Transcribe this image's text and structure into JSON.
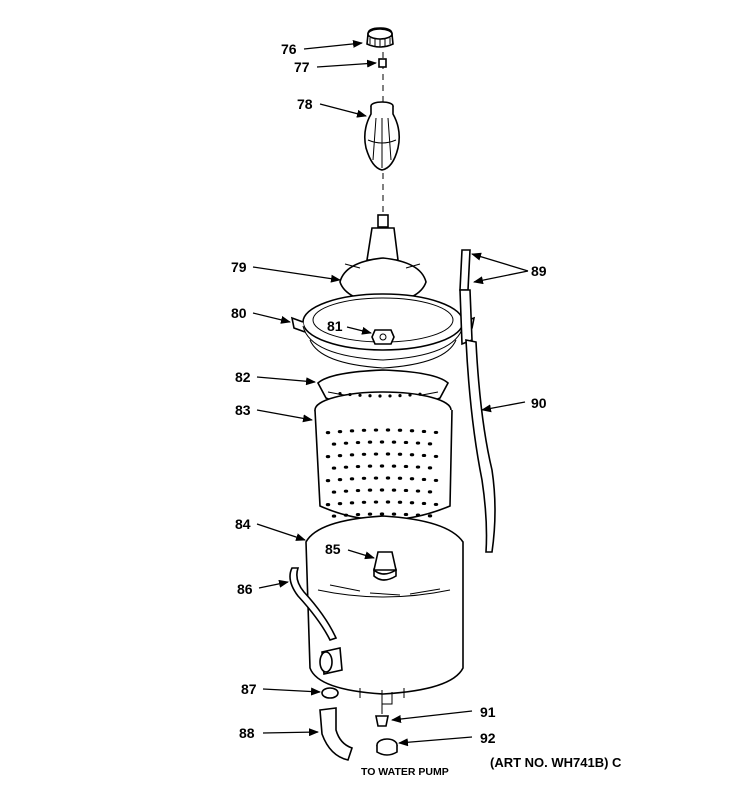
{
  "callouts": {
    "c76": "76",
    "c77": "77",
    "c78": "78",
    "c79": "79",
    "c80": "80",
    "c81": "81",
    "c82": "82",
    "c83": "83",
    "c84": "84",
    "c85": "85",
    "c86": "86",
    "c87": "87",
    "c88": "88",
    "c89": "89",
    "c90": "90",
    "c91": "91",
    "c92": "92"
  },
  "notes": {
    "to_water_pump": "TO WATER PUMP",
    "art_no": "(ART NO. WH741B) C"
  }
}
